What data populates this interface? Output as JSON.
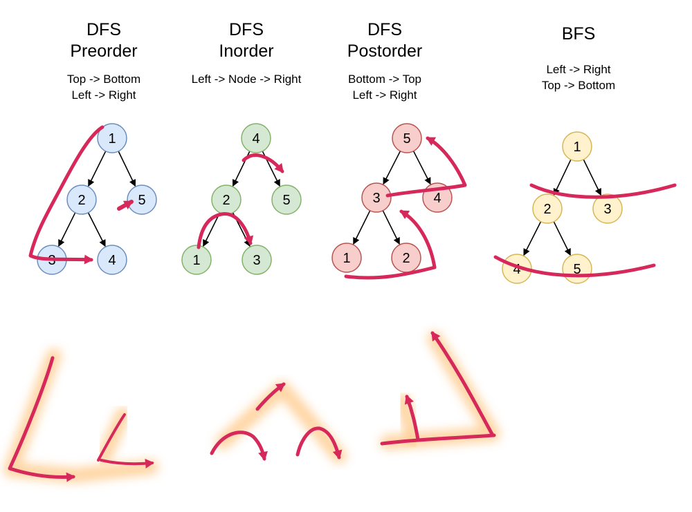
{
  "panels": [
    {
      "id": "preorder",
      "title_lines": [
        "DFS",
        "Preorder"
      ],
      "desc_lines": [
        "Top -> Bottom",
        "Left -> Right"
      ],
      "colors": {
        "fill": "#dae8fc",
        "stroke": "#6c8ebf"
      },
      "nodes": [
        {
          "label": "1"
        },
        {
          "label": "2"
        },
        {
          "label": "5"
        },
        {
          "label": "3"
        },
        {
          "label": "4"
        }
      ]
    },
    {
      "id": "inorder",
      "title_lines": [
        "DFS",
        "Inorder"
      ],
      "desc_lines": [
        "Left -> Node -> Right"
      ],
      "colors": {
        "fill": "#d5e8d4",
        "stroke": "#82b366"
      },
      "nodes": [
        {
          "label": "4"
        },
        {
          "label": "2"
        },
        {
          "label": "5"
        },
        {
          "label": "1"
        },
        {
          "label": "3"
        }
      ]
    },
    {
      "id": "postorder",
      "title_lines": [
        "DFS",
        "Postorder"
      ],
      "desc_lines": [
        "Bottom -> Top",
        "Left -> Right"
      ],
      "colors": {
        "fill": "#f8cecc",
        "stroke": "#b85450"
      },
      "nodes": [
        {
          "label": "5"
        },
        {
          "label": "3"
        },
        {
          "label": "4"
        },
        {
          "label": "1"
        },
        {
          "label": "2"
        }
      ]
    },
    {
      "id": "bfs",
      "title_lines": [
        "BFS"
      ],
      "desc_lines": [
        "Left -> Right",
        "Top -> Bottom"
      ],
      "colors": {
        "fill": "#fff2cc",
        "stroke": "#d6b656"
      },
      "nodes": [
        {
          "label": "1"
        },
        {
          "label": "2"
        },
        {
          "label": "3"
        },
        {
          "label": "4"
        },
        {
          "label": "5"
        }
      ]
    }
  ],
  "colors": {
    "edge": "#000000",
    "annotation": "#d6285a",
    "highlight": "#ffcf95"
  }
}
